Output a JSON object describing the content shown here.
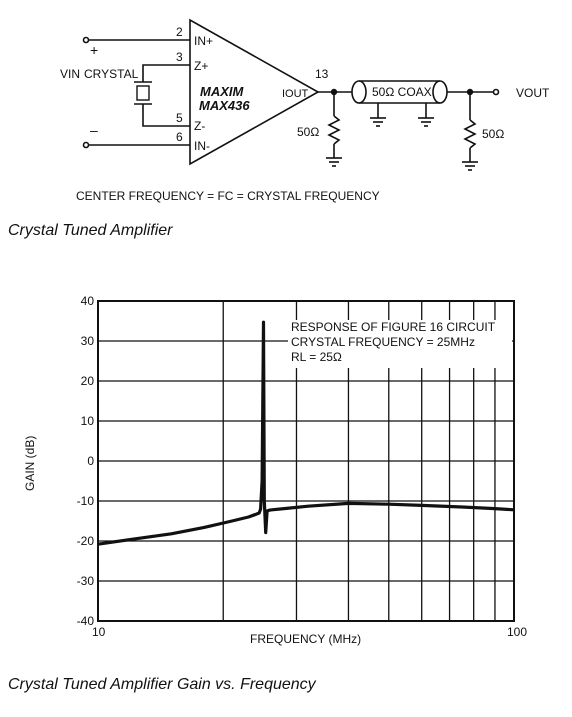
{
  "schematic": {
    "pin_labels": [
      "IN+",
      "Z+",
      "Z-",
      "IN-"
    ],
    "pin_numbers": [
      "2",
      "3",
      "5",
      "6"
    ],
    "plus_sign": "+",
    "minus_sign": "–",
    "vin_label": "VIN",
    "crystal_label": "CRYSTAL",
    "brand": "MAXIM",
    "part": "MAX436",
    "iout_label": "IOUT",
    "out_pin": "13",
    "coax_label": "50Ω COAX",
    "r1_label": "50Ω",
    "r2_label": "50Ω",
    "vout_label": "VOUT",
    "note": "CENTER FREQUENCY = FC = CRYSTAL FREQUENCY"
  },
  "captions": {
    "schematic": "Crystal Tuned Amplifier",
    "chart": "Crystal Tuned Amplifier Gain vs. Frequency"
  },
  "chart_data": {
    "type": "line",
    "xlabel": "FREQUENCY (MHz)",
    "ylabel": "GAIN (dB)",
    "x_scale": "log",
    "xlim": [
      10,
      100
    ],
    "ylim": [
      -40,
      40
    ],
    "x_tick_labels": [
      "10",
      "100"
    ],
    "y_ticks": [
      40,
      30,
      20,
      10,
      0,
      -10,
      -20,
      -30,
      -40
    ],
    "y_tick_labels": [
      "40",
      "30",
      "20",
      "10",
      "0",
      "-10",
      "-20",
      "-30",
      "-40"
    ],
    "grid": true,
    "annotation": [
      "RESPONSE OF FIGURE 16 CIRCUIT",
      "CRYSTAL FREQUENCY = 25MHz",
      "RL = 25Ω"
    ],
    "series": [
      {
        "x": [
          10,
          12,
          15,
          18,
          21,
          23,
          24,
          24.4,
          24.6,
          24.8,
          25,
          25.1,
          25.3,
          25.5,
          25.8,
          26.2,
          28,
          32,
          40,
          50,
          60,
          75,
          90,
          100
        ],
        "y": [
          -20.8,
          -19.6,
          -18.2,
          -16.6,
          -15.0,
          -14.0,
          -13.3,
          -13.0,
          -12.0,
          -5,
          34.7,
          -10,
          -17.9,
          -12.5,
          -12.3,
          -12.2,
          -11.9,
          -11.3,
          -10.6,
          -10.8,
          -11.1,
          -11.5,
          -11.9,
          -12.2
        ]
      }
    ]
  }
}
